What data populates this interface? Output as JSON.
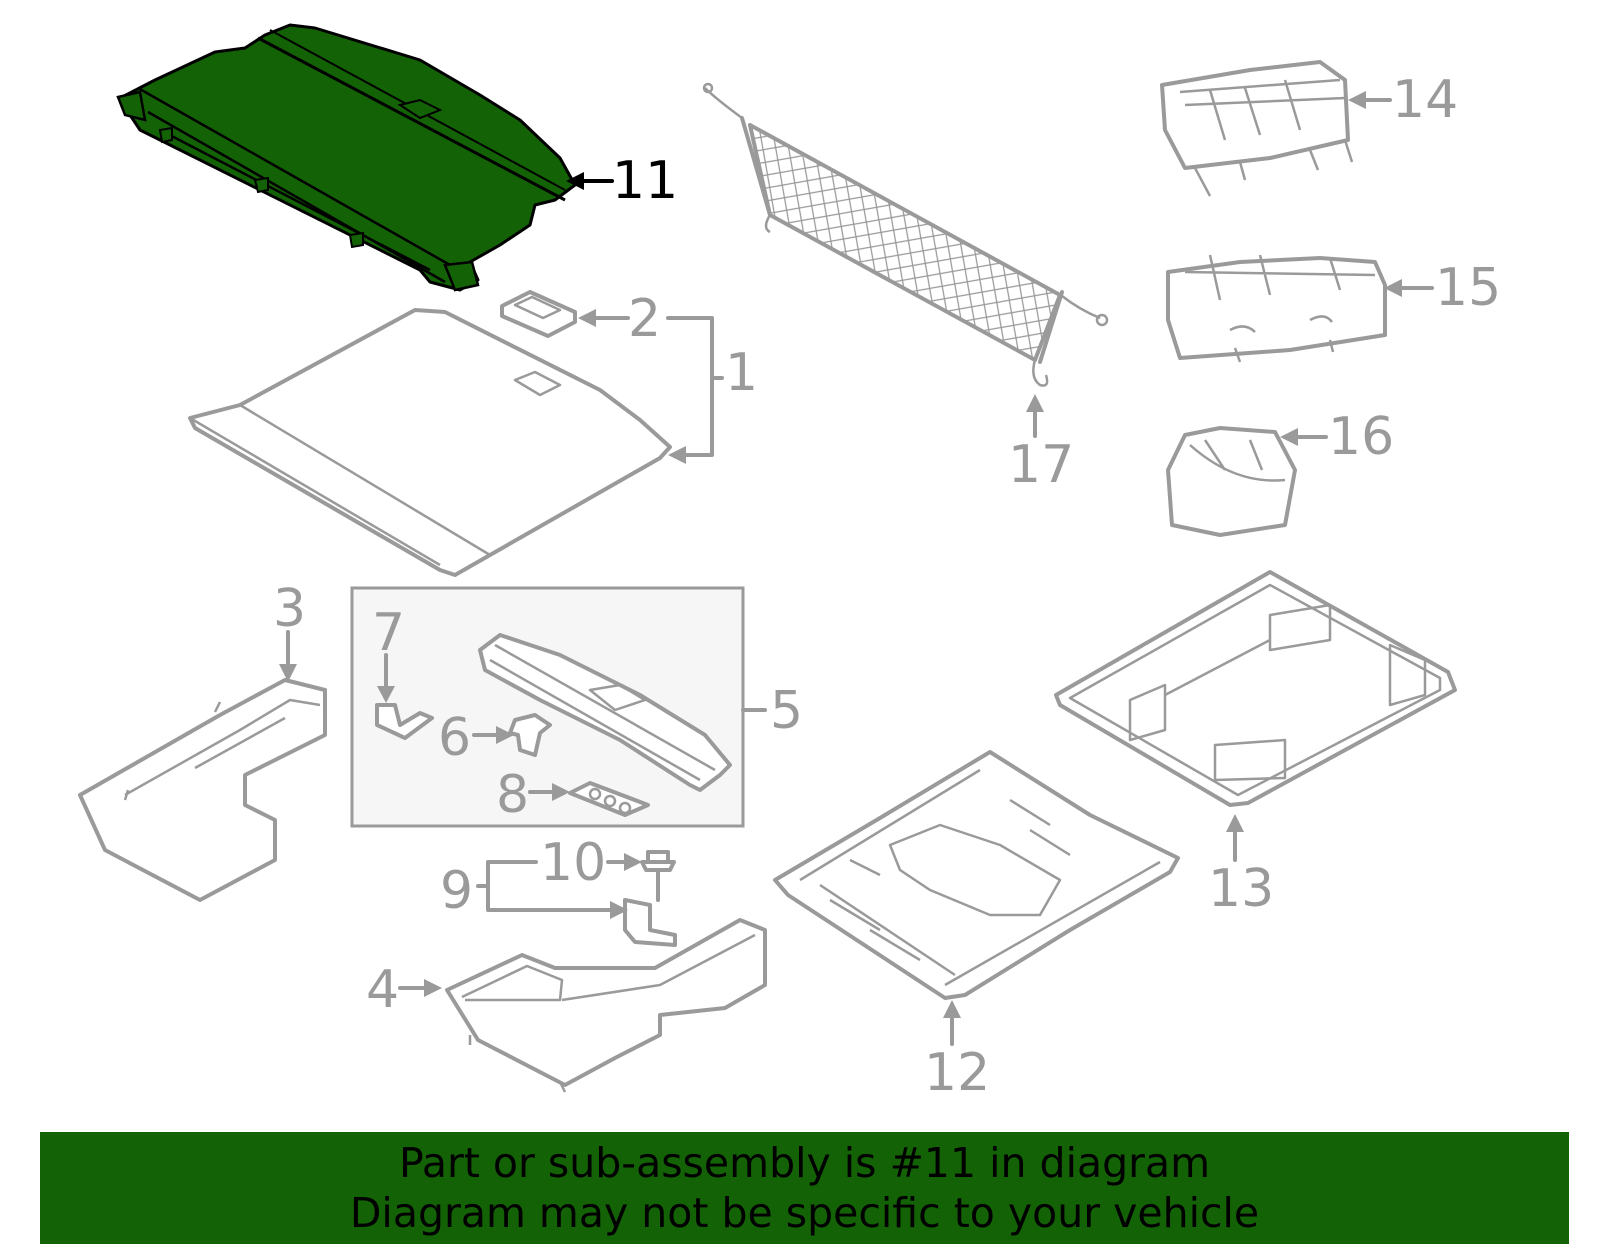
{
  "diagram": {
    "highlight_color": "#136205",
    "highlighted_part": "11",
    "callouts": [
      "1",
      "2",
      "3",
      "4",
      "5",
      "6",
      "7",
      "8",
      "9",
      "10",
      "11",
      "12",
      "13",
      "14",
      "15",
      "16",
      "17"
    ]
  },
  "banner": {
    "line1": "Part or sub-assembly is #11 in diagram",
    "line2": "Diagram may not be specific to your vehicle"
  }
}
